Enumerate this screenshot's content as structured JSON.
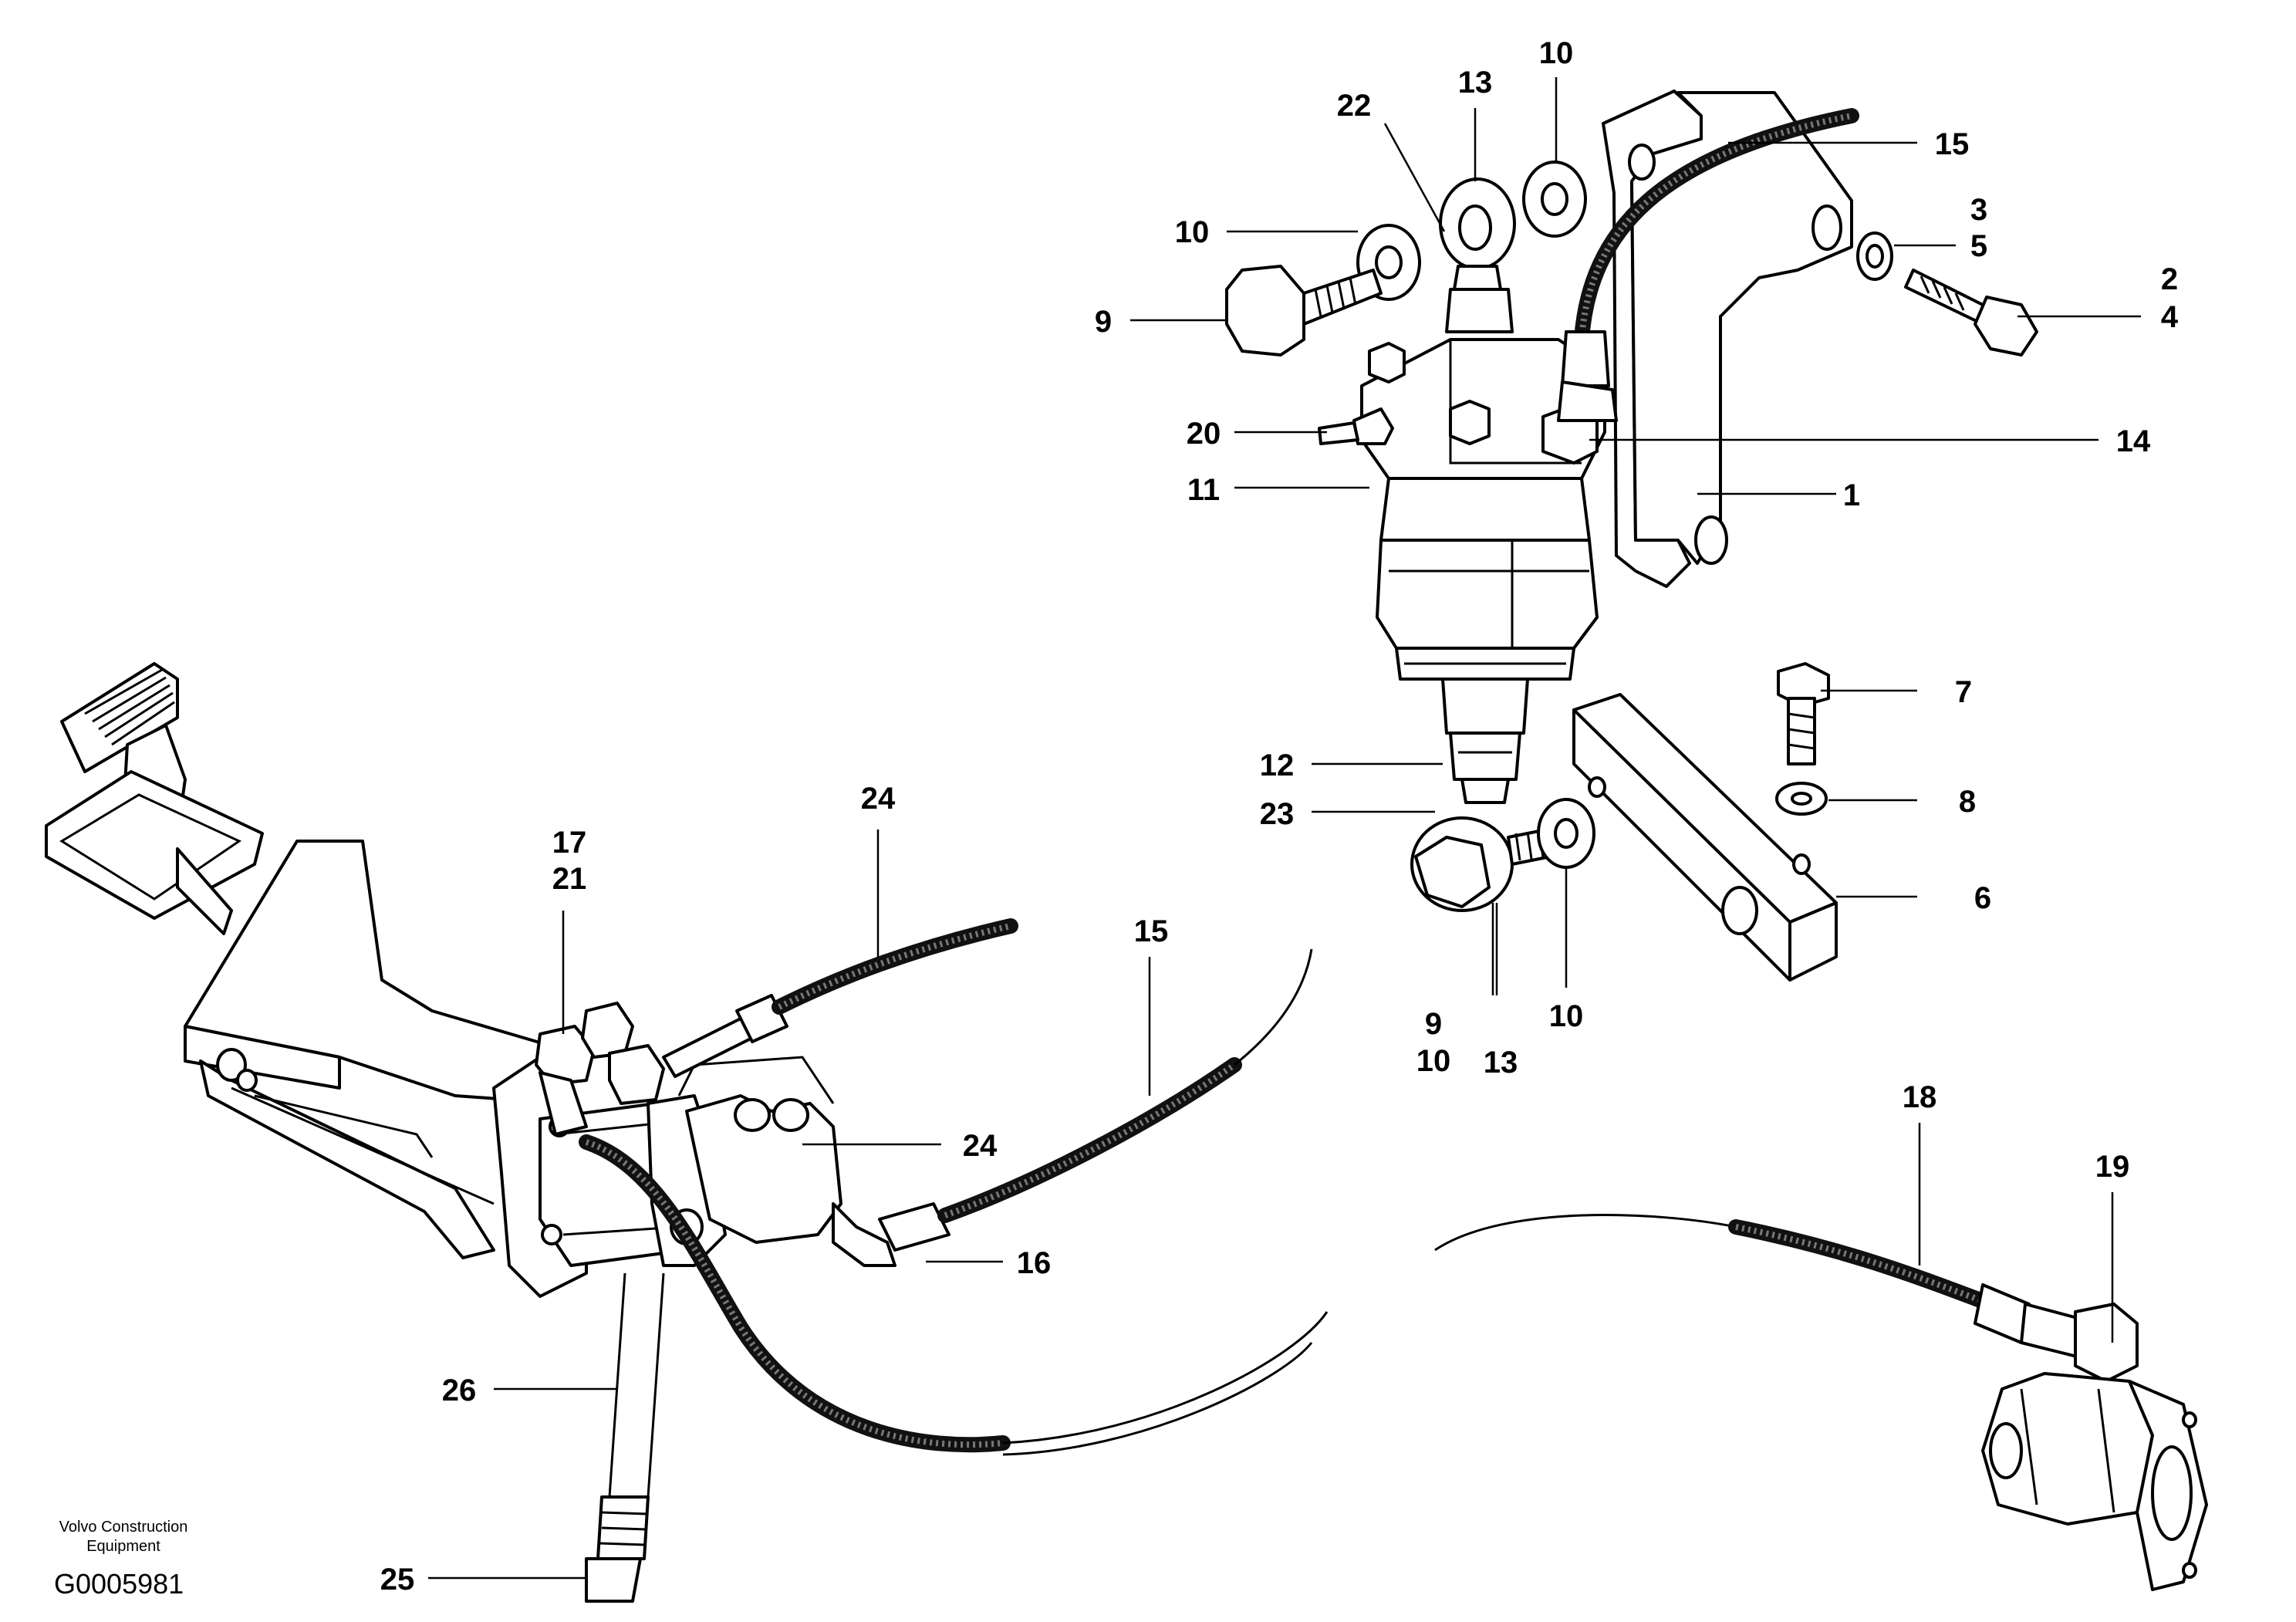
{
  "title": "",
  "footer": {
    "company_line1": "Volvo Construction",
    "company_line2": "Equipment",
    "figure_code": "G0005981"
  },
  "callouts": [
    {
      "id": "c1",
      "text": "1"
    },
    {
      "id": "c2",
      "text": "2"
    },
    {
      "id": "c4",
      "text": "4"
    },
    {
      "id": "c3",
      "text": "3"
    },
    {
      "id": "c5",
      "text": "5"
    },
    {
      "id": "c6",
      "text": "6"
    },
    {
      "id": "c7",
      "text": "7"
    },
    {
      "id": "c8",
      "text": "8"
    },
    {
      "id": "c9a",
      "text": "9"
    },
    {
      "id": "c9b",
      "text": "9"
    },
    {
      "id": "c10a",
      "text": "10"
    },
    {
      "id": "c10b",
      "text": "10"
    },
    {
      "id": "c10c",
      "text": "10"
    },
    {
      "id": "c10d",
      "text": "10"
    },
    {
      "id": "c11",
      "text": "11"
    },
    {
      "id": "c12",
      "text": "12"
    },
    {
      "id": "c13a",
      "text": "13"
    },
    {
      "id": "c13b",
      "text": "13"
    },
    {
      "id": "c14",
      "text": "14"
    },
    {
      "id": "c15a",
      "text": "15"
    },
    {
      "id": "c15b",
      "text": "15"
    },
    {
      "id": "c16",
      "text": "16"
    },
    {
      "id": "c17",
      "text": "17"
    },
    {
      "id": "c21",
      "text": "21"
    },
    {
      "id": "c18",
      "text": "18"
    },
    {
      "id": "c19",
      "text": "19"
    },
    {
      "id": "c20",
      "text": "20"
    },
    {
      "id": "c22",
      "text": "22"
    },
    {
      "id": "c23",
      "text": "23"
    },
    {
      "id": "c24a",
      "text": "24"
    },
    {
      "id": "c24b",
      "text": "24"
    },
    {
      "id": "c25",
      "text": "25"
    },
    {
      "id": "c26",
      "text": "26"
    }
  ]
}
